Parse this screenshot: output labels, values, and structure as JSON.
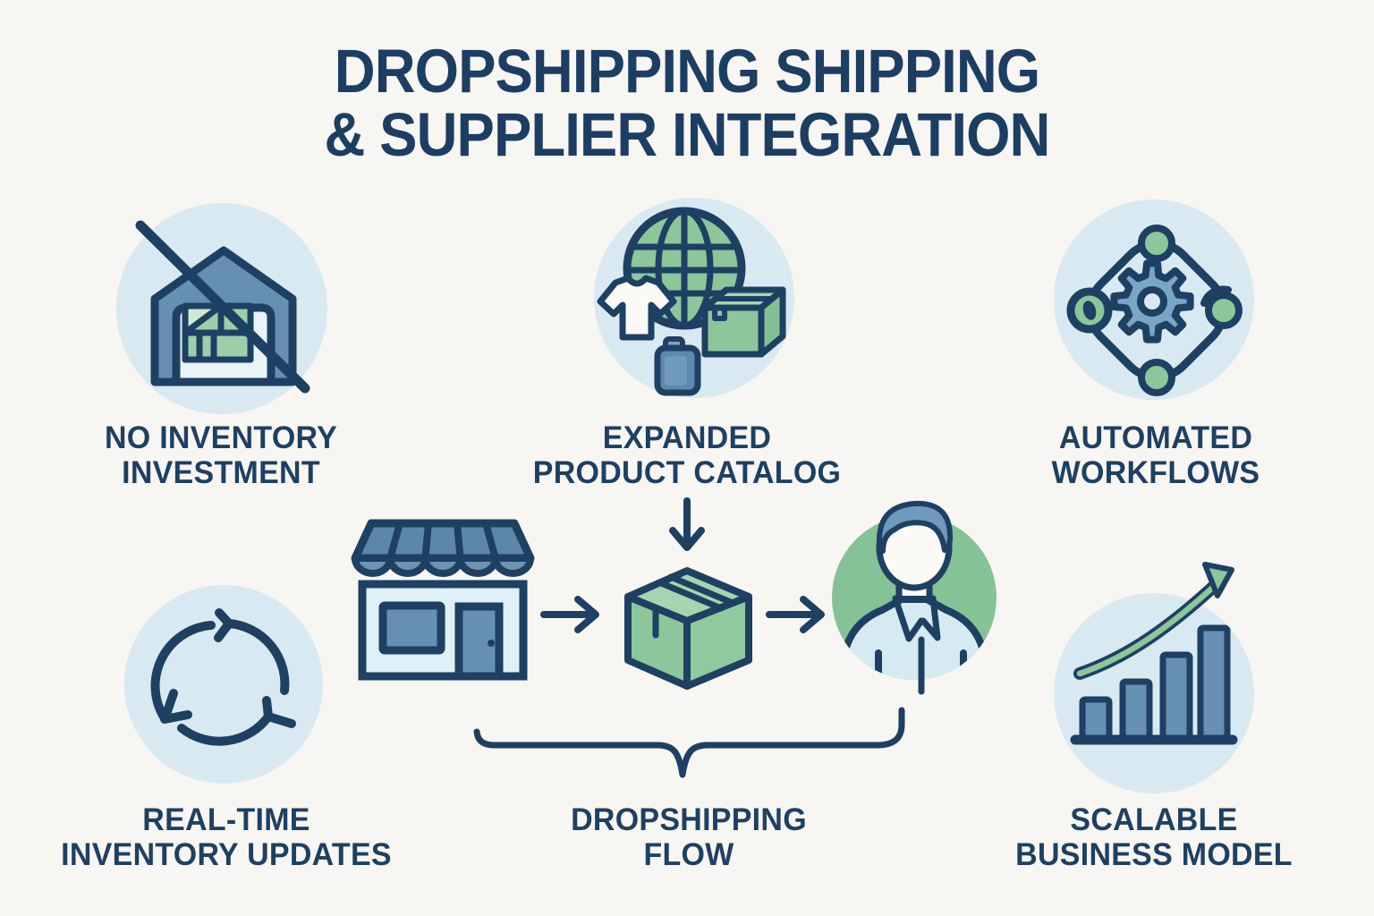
{
  "title": {
    "line1": "DROPSHIPPING SHIPPING",
    "line2": "& SUPPLIER INTEGRATION"
  },
  "features": [
    {
      "id": "no-inventory-investment",
      "icon": "warehouse-crossed-icon",
      "line1": "NO INVENTORY",
      "line2": "INVESTMENT"
    },
    {
      "id": "expanded-product-catalog",
      "icon": "globe-products-icon",
      "line1": "EXPANDED",
      "line2": "PRODUCT CATALOG"
    },
    {
      "id": "automated-workflows",
      "icon": "gear-workflow-icon",
      "line1": "AUTOMATED",
      "line2": "WORKFLOWS"
    },
    {
      "id": "real-time-inventory-updates",
      "icon": "cycle-arrows-icon",
      "line1": "REAL-TIME",
      "line2": "INVENTORY UPDATES"
    },
    {
      "id": "scalable-business-model",
      "icon": "growth-bar-chart-icon",
      "line1": "SCALABLE",
      "line2": "BUSINESS MODEL"
    }
  ],
  "flow": {
    "line1": "DROPSHIPPING",
    "line2": "FLOW",
    "steps": [
      "online-store",
      "package",
      "customer"
    ]
  },
  "colors": {
    "background": "#f8f6f2",
    "navy": "#1d4063",
    "circle_fill": "#d8e9f2",
    "steel_blue": "#6690b1",
    "awning_blue": "#5d87a9",
    "light_steel_blue": "#7ba5c4",
    "hair_blue": "#6f9abc",
    "green": "#8cc69a",
    "light_green": "#a5d5ae",
    "pale_green": "#cde9d3",
    "person_green": "#85c296",
    "store_body_blue": "#dff0f6",
    "shirt_blue": "#d6eaf2",
    "white": "#fbfaf7"
  }
}
